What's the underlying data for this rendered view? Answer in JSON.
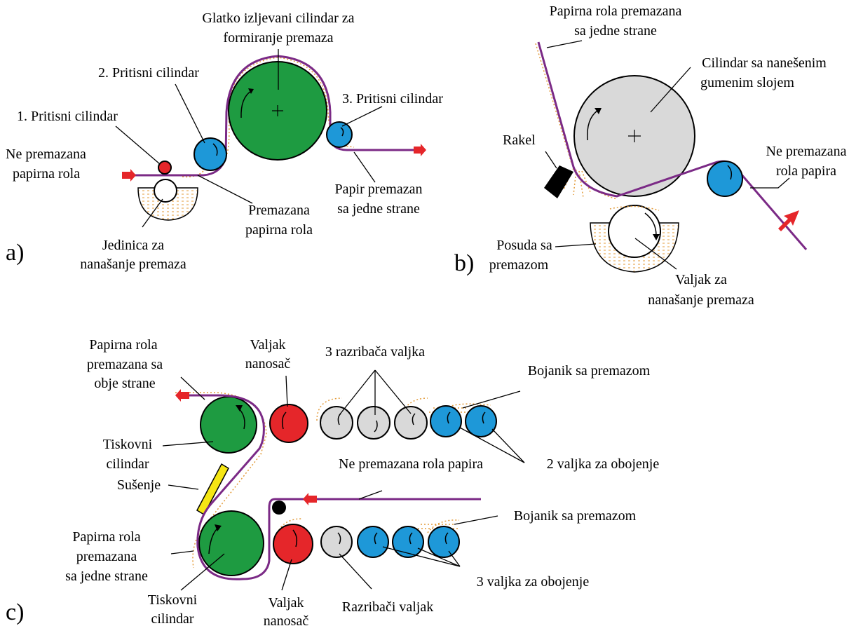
{
  "colors": {
    "paper_web": "#7b2a86",
    "coating": "#e39b3a",
    "green_cylinder": "#1e9b41",
    "blue_roller": "#1e98d8",
    "red_roller": "#e5262a",
    "grey_roller": "#d9d9d9",
    "arrow": "#e5262a",
    "drying": "#f5e614",
    "blade": "#000000"
  },
  "panel_a": {
    "letter": "a)",
    "labels": {
      "smooth_cylinder_l1": "Glatko izljevani cilindar za",
      "smooth_cylinder_l2": "formiranje premaza",
      "press2": "2. Pritisni cilindar",
      "press1": "1. Pritisni cilindar",
      "press3": "3. Pritisni cilindar",
      "uncoated_l1": "Ne premazana",
      "uncoated_l2": "papirna rola",
      "coated_l1": "Premazana",
      "coated_l2": "papirna rola",
      "one_side_l1": "Papir premazan",
      "one_side_l2": "sa jedne strane",
      "unit_l1": "Jedinica za",
      "unit_l2": "nanašanje premaza"
    }
  },
  "panel_b": {
    "letter": "b)",
    "labels": {
      "coated_roll_l1": "Papirna rola premazana",
      "coated_roll_l2": "sa jedne strane",
      "rubber_cyl_l1": "Cilindar sa nanešenim",
      "rubber_cyl_l2": "gumenim slojem",
      "blade": "Rakel",
      "uncoated_l1": "Ne premazana",
      "uncoated_l2": "rola papira",
      "pan_l1": "Posuda sa",
      "pan_l2": "premazom",
      "roller_l1": "Valjak za",
      "roller_l2": "nanašanje premaza"
    }
  },
  "panel_c": {
    "letter": "c)",
    "labels": {
      "both_sides_l1": "Papirna rola",
      "both_sides_l2": "premazana sa",
      "both_sides_l3": "obje strane",
      "applicator_top_l1": "Valjak",
      "applicator_top_l2": "nanosač",
      "distributors": "3 razribača valjka",
      "fountain_top": "Bojanik sa premazom",
      "impression_top_l1": "Tiskovni",
      "impression_top_l2": "cilindar",
      "inking_two": "2 valjka za obojenje",
      "uncoated": "Ne premazana rola papira",
      "drying": "Sušenje",
      "fountain_bottom": "Bojanik sa premazom",
      "one_side_l1": "Papirna rola",
      "one_side_l2": "premazana",
      "one_side_l3": "sa jedne strane",
      "inking_three": "3 valjka za obojenje",
      "impression_bot_l1": "Tiskovni",
      "impression_bot_l2": "cilindar",
      "applicator_bot_l1": "Valjak",
      "applicator_bot_l2": "nanosač",
      "distributor_single": "Razribači valjak"
    }
  }
}
